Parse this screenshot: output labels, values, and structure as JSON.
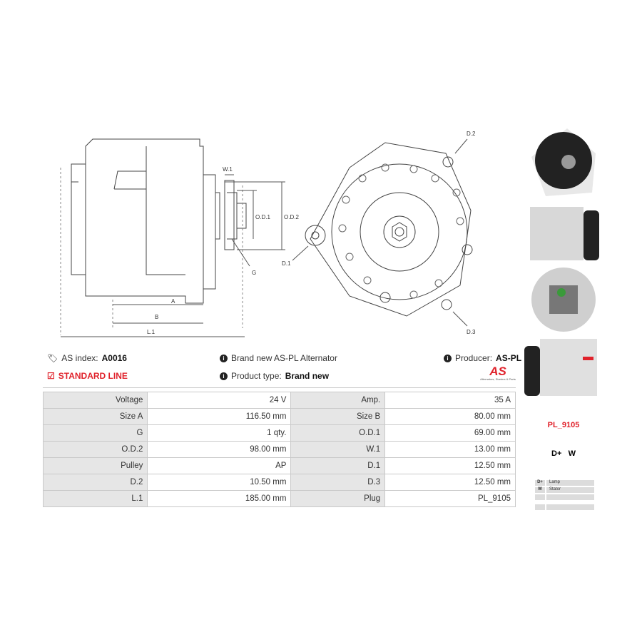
{
  "drawing": {
    "side_labels": {
      "a": "A",
      "b": "B",
      "l1": "L.1",
      "w1": "W.1",
      "od1": "O.D.1",
      "od2": "O.D.2",
      "g": "G"
    },
    "front_labels": {
      "d1": "D.1",
      "d2": "D.2",
      "d3": "D.3"
    }
  },
  "info": {
    "as_index_label": "AS index:",
    "as_index_value": "A0016",
    "line": "STANDARD LINE",
    "description": "Brand new AS-PL Alternator",
    "product_type_label": "Product type:",
    "product_type_value": "Brand new",
    "producer_label": "Producer:",
    "producer_value": "AS-PL",
    "logo_text": "AS",
    "logo_tagline": "Alternators, Starters & Parts"
  },
  "specs": [
    {
      "l1": "Voltage",
      "v1": "24 V",
      "l2": "Amp.",
      "v2": "35 A"
    },
    {
      "l1": "Size A",
      "v1": "116.50 mm",
      "l2": "Size B",
      "v2": "80.00 mm"
    },
    {
      "l1": "G",
      "v1": "1 qty.",
      "l2": "O.D.1",
      "v2": "69.00 mm"
    },
    {
      "l1": "O.D.2",
      "v1": "98.00 mm",
      "l2": "W.1",
      "v2": "13.00 mm"
    },
    {
      "l1": "Pulley",
      "v1": "AP",
      "l2": "D.1",
      "v2": "12.50 mm"
    },
    {
      "l1": "D.2",
      "v1": "10.50 mm",
      "l2": "D.3",
      "v2": "12.50 mm"
    },
    {
      "l1": "L.1",
      "v1": "185.00 mm",
      "l2": "Plug",
      "v2": "PL_9105"
    }
  ],
  "plug": {
    "code": "PL_9105",
    "terminals": "D+   W",
    "pins": [
      {
        "pin": "D+",
        "name": "Lamp"
      },
      {
        "pin": "W",
        "name": "Stator"
      },
      {
        "pin": "",
        "name": ""
      },
      {
        "pin": "",
        "name": ""
      }
    ]
  },
  "colors": {
    "accent": "#e0222b",
    "label_bg": "#e6e6e6"
  }
}
